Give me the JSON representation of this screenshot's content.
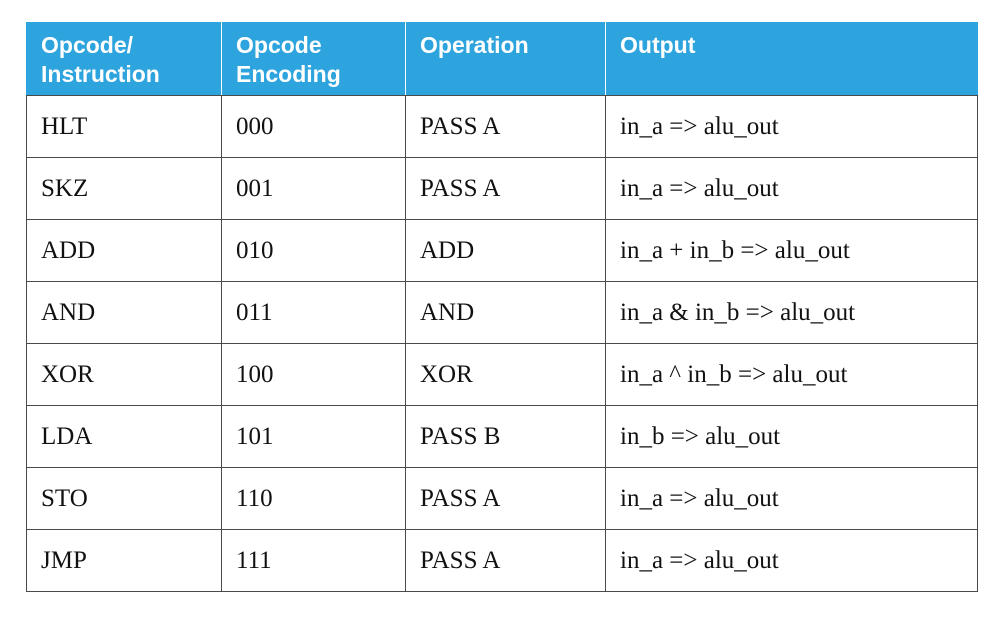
{
  "headers": [
    {
      "line1": "Opcode/",
      "line2": "Instruction"
    },
    {
      "line1": "Opcode",
      "line2": "Encoding"
    },
    {
      "line1": "Operation",
      "line2": ""
    },
    {
      "line1": "Output",
      "line2": ""
    }
  ],
  "rows": [
    [
      "HLT",
      "000",
      "PASS A",
      "in_a => alu_out"
    ],
    [
      "SKZ",
      "001",
      "PASS A",
      "in_a => alu_out"
    ],
    [
      "ADD",
      "010",
      "ADD",
      "in_a + in_b => alu_out"
    ],
    [
      "AND",
      "011",
      "AND",
      "in_a & in_b => alu_out"
    ],
    [
      "XOR",
      "100",
      "XOR",
      "in_a ^ in_b => alu_out"
    ],
    [
      "LDA",
      "101",
      "PASS B",
      "in_b => alu_out"
    ],
    [
      "STO",
      "110",
      "PASS A",
      "in_a => alu_out"
    ],
    [
      "JMP",
      "111",
      "PASS A",
      "in_a => alu_out"
    ]
  ],
  "colors": {
    "header_bg": "#2ea4de",
    "header_text": "#ffffff",
    "border": "#4a4a4a"
  }
}
